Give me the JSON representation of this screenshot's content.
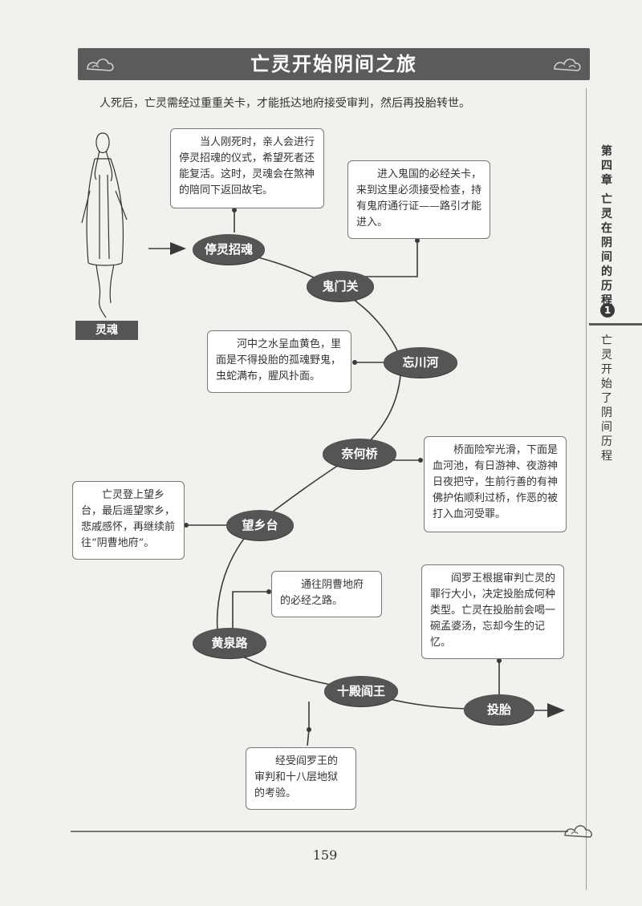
{
  "title": "亡灵开始阴间之旅",
  "intro": "人死后，亡灵需经过重重关卡，才能抵达地府接受审判，然后再投胎转世。",
  "sidebar": {
    "chapter": "第四章",
    "chapter_title": "亡灵在阴间的历程",
    "chapter_number": "1",
    "section_title": "亡灵开始了阴间历程"
  },
  "figure_label": "灵魂",
  "stages": [
    {
      "id": "tingling",
      "label": "停灵招魂"
    },
    {
      "id": "guimen",
      "label": "鬼门关"
    },
    {
      "id": "wangchuan",
      "label": "忘川河"
    },
    {
      "id": "naihe",
      "label": "奈何桥"
    },
    {
      "id": "wangxiang",
      "label": "望乡台"
    },
    {
      "id": "huangquan",
      "label": "黄泉路"
    },
    {
      "id": "shidian",
      "label": "十殿阎王"
    },
    {
      "id": "toutai",
      "label": "投胎"
    }
  ],
  "notes": {
    "tingling": "当人刚死时，亲人会进行停灵招魂的仪式，希望死者还能复活。这时，灵魂会在煞神的陪同下返回故宅。",
    "guimen": "进入鬼国的必经关卡，来到这里必须接受检查，持有鬼府通行证——路引才能进入。",
    "wangchuan": "河中之水呈血黄色，里面是不得投胎的孤魂野鬼，虫蛇满布，腥风扑面。",
    "naihe": "桥面险窄光滑，下面是血河池，有日游神、夜游神日夜把守，生前行善的有神佛护佑顺利过桥，作恶的被打入血河受罪。",
    "wangxiang": "亡灵登上望乡台，最后遥望家乡，悲戚感怀，再继续前往“阴曹地府”。",
    "huangquan": "通往阴曹地府的必经之路。",
    "toutai": "阎罗王根据审判亡灵的罪行大小，决定投胎成何种类型。亡灵在投胎前会喝一碗孟婆汤，忘却今生的记忆。",
    "shidian": "经受阎罗王的审判和十八层地狱的考验。"
  },
  "page_number": "159",
  "colors": {
    "stage_fill": "#555555",
    "banner": "#5b5b5b",
    "line": "#3a3a3a"
  }
}
